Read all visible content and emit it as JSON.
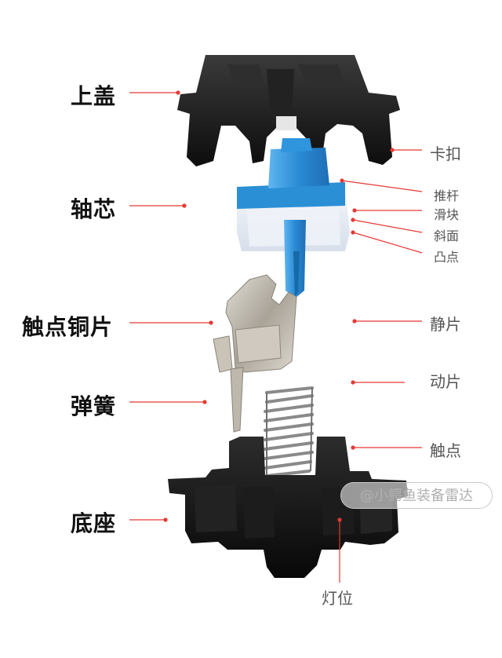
{
  "labels_left": {
    "top_housing": "上盖",
    "stem": "轴芯",
    "contact_leaf": "触点铜片",
    "spring": "弹簧",
    "bottom_housing": "底座"
  },
  "labels_right": {
    "clip": "卡扣",
    "stem_pole": "推杆",
    "slider": "滑块",
    "slope": "斜面",
    "bump": "凸点",
    "static_leaf": "静片",
    "moving_leaf": "动片",
    "contact_point": "触点",
    "led_slot": "灯位"
  },
  "watermark": "@小鳄鱼装备雷达",
  "colors": {
    "leader_line": "#e53935",
    "housing": "#1a1a1a",
    "stem": "#2b8fd6",
    "stem_base": "#e8eef7",
    "spring": "#8a8a8a",
    "copper_leaf": "#b9b4aa"
  }
}
